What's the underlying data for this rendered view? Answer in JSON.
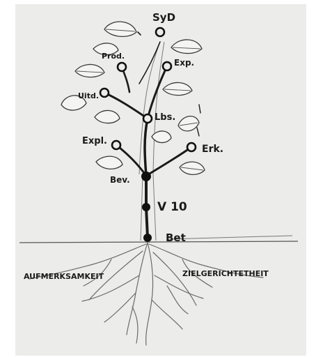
{
  "labels": {
    "top": "SyD",
    "upper_left": "Prod.",
    "upper_right": "Exp.",
    "mid_left": "Uitd.",
    "center": "Lbs.",
    "left": "Expl.",
    "right": "Erk.",
    "junction": "Bev.",
    "trunk": "V 10",
    "base": "Bet",
    "root_left": "AUFMERKSAMKEIT",
    "root_right": "ZIELGERICHTETHEIT"
  },
  "colors": {
    "paper": "#ececeb",
    "ink": "#111111",
    "pencil": "#6a6a6a"
  }
}
